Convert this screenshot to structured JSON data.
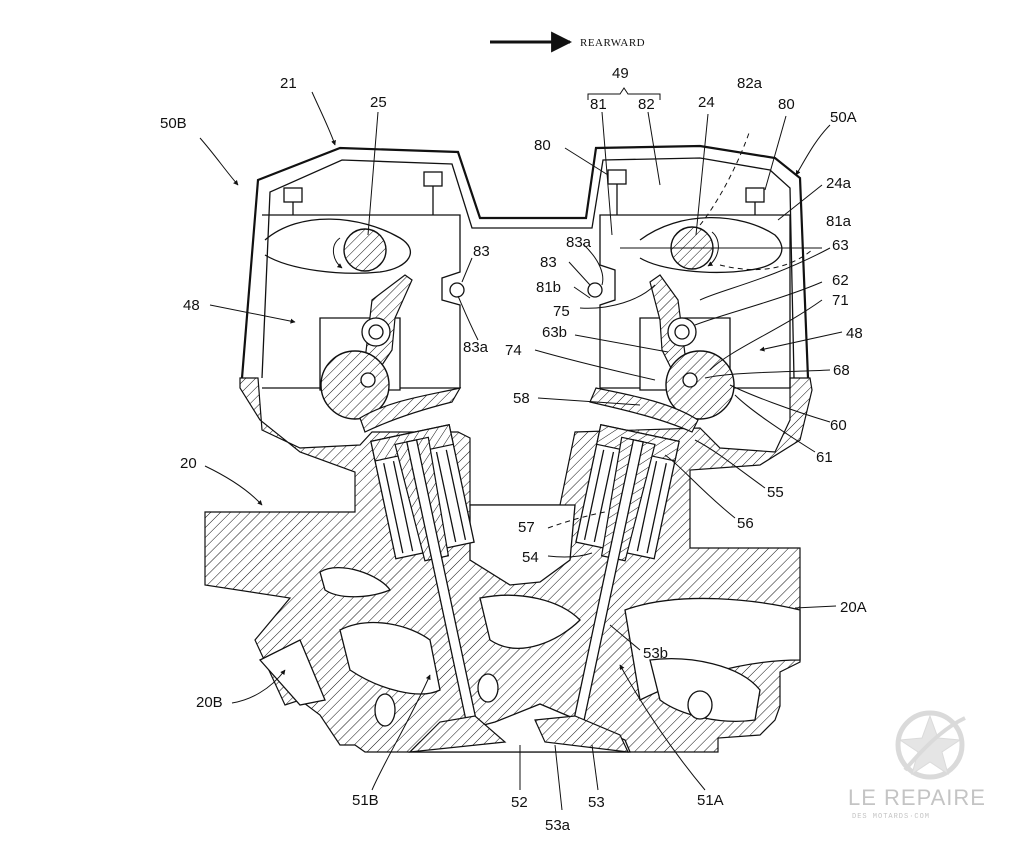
{
  "header": {
    "direction_label": "REARWARD"
  },
  "labels": {
    "l21": "21",
    "l25": "25",
    "l50B": "50B",
    "l49": "49",
    "l81_top": "81",
    "l82_top": "82",
    "l24": "24",
    "l82a": "82a",
    "l80_right": "80",
    "l50A": "50A",
    "l80_left": "80",
    "l24a": "24a",
    "l83a_upper": "83a",
    "l81a": "81a",
    "l63": "63",
    "l83_left": "83",
    "l83_right": "83",
    "l81b": "81b",
    "l75": "75",
    "l62": "62",
    "l71": "71",
    "l48_left": "48",
    "l48_right": "48",
    "l63b": "63b",
    "l83a_lower": "83a",
    "l74": "74",
    "l68": "68",
    "l58": "58",
    "l60": "60",
    "l61": "61",
    "l20": "20",
    "l55": "55",
    "l56": "56",
    "l57": "57",
    "l54": "54",
    "l20A": "20A",
    "l53b": "53b",
    "l20B": "20B",
    "l51B": "51B",
    "l52": "52",
    "l53": "53",
    "l51A": "51A",
    "l53a": "53a"
  },
  "watermark": {
    "title": "LE REPAIRE",
    "subtitle": "DES MOTARDS·COM"
  }
}
